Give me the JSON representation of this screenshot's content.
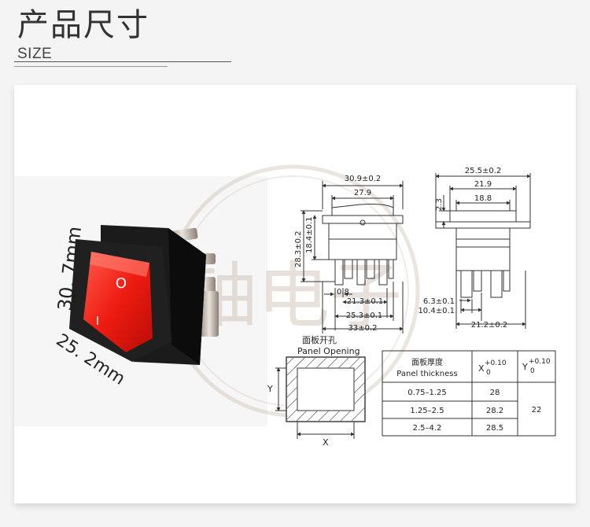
{
  "header": {
    "title": "产品尺寸",
    "subtitle": "SIZE"
  },
  "photo": {
    "dim_height": "30. 7mm",
    "dim_width": "25. 2mm",
    "rocker_top_mark": "O",
    "rocker_bottom_mark": "I",
    "watermark_text": "铀电子"
  },
  "front_view": {
    "top_outer": "30.9±0.2",
    "top_inner": "27.9",
    "side_outer": "28.3±0.2",
    "side_inner": "18.4±0.1",
    "pin_gap": "0.8",
    "dim_inner": "21.3±0.1",
    "dim_middle": "25.3±0.1",
    "dim_outer": "33±0.2"
  },
  "side_view": {
    "top_outer": "25.5±0.2",
    "top_mid": "21.9",
    "top_inner": "18.8",
    "side_height": "2.3",
    "pin_a": "6.3±0.1",
    "pin_b": "10.4±0.1",
    "bottom": "21.2±0.2"
  },
  "panel_opening": {
    "title_cn": "面板开孔",
    "title_en": "Panel Opening",
    "label_x": "X",
    "label_y": "Y"
  },
  "table": {
    "head_cn": "面板厚度",
    "head_en": "Panel thickness",
    "x_head": "X",
    "x_tol_top": "+0.10",
    "x_tol_bottom": "0",
    "y_head": "Y",
    "y_tol_top": "+0.10",
    "y_tol_bottom": "0",
    "rows": [
      {
        "thickness": "0.75–1.25",
        "x": "28"
      },
      {
        "thickness": "1.25–2.5",
        "x": "28.2"
      },
      {
        "thickness": "2.5–4.2",
        "x": "28.5"
      }
    ],
    "y_value": "22"
  }
}
